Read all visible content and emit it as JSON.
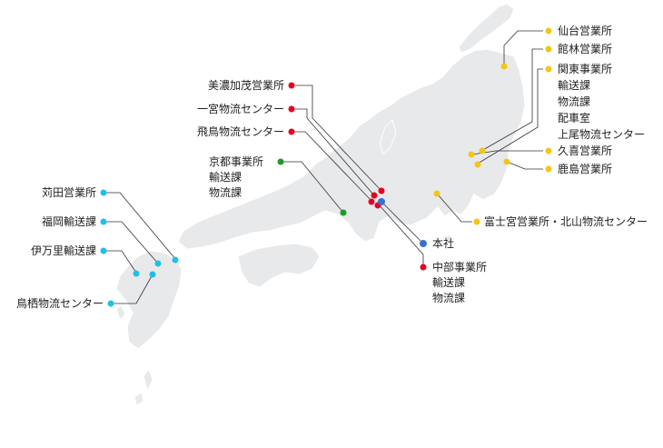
{
  "colors": {
    "land": "#e8e9eb",
    "yellow": "#f5c518",
    "red": "#e8001c",
    "green": "#1f9a2e",
    "cyan": "#1ec0ea",
    "blue": "#3a6fd1",
    "line": "#333333",
    "text": "#222222"
  },
  "kanto": [
    {
      "key": "sendai",
      "lines": [
        "仙台営業所"
      ]
    },
    {
      "key": "tatebayashi",
      "lines": [
        "館林営業所"
      ]
    },
    {
      "key": "kanto",
      "lines": [
        "関東事業所",
        "輸送課",
        "物流課",
        "配車室",
        "上尾物流センター"
      ]
    },
    {
      "key": "kuki",
      "lines": [
        "久喜営業所"
      ]
    },
    {
      "key": "kashima",
      "lines": [
        "鹿島営業所"
      ]
    },
    {
      "key": "fuji",
      "lines": [
        "富士宮営業所・北山物流センター"
      ]
    }
  ],
  "chubu": [
    {
      "key": "minokamo",
      "lines": [
        "美濃加茂営業所"
      ]
    },
    {
      "key": "ichinomiya",
      "lines": [
        "一宮物流センター"
      ]
    },
    {
      "key": "asuka",
      "lines": [
        "飛鳥物流センター"
      ]
    },
    {
      "key": "chubu",
      "lines": [
        "中部事業所",
        "輸送課",
        "物流課"
      ]
    }
  ],
  "kansai": [
    {
      "key": "kyoto",
      "lines": [
        "京都事業所",
        "輸送課",
        "物流課"
      ]
    }
  ],
  "honsha": [
    {
      "key": "honsha",
      "lines": [
        "本社"
      ]
    }
  ],
  "kyushu": [
    {
      "key": "karita",
      "lines": [
        "苅田営業所"
      ]
    },
    {
      "key": "fukuoka",
      "lines": [
        "福岡輸送課"
      ]
    },
    {
      "key": "imari",
      "lines": [
        "伊万里輸送課"
      ]
    },
    {
      "key": "tosu",
      "lines": [
        "鳥栖物流センター"
      ]
    }
  ]
}
